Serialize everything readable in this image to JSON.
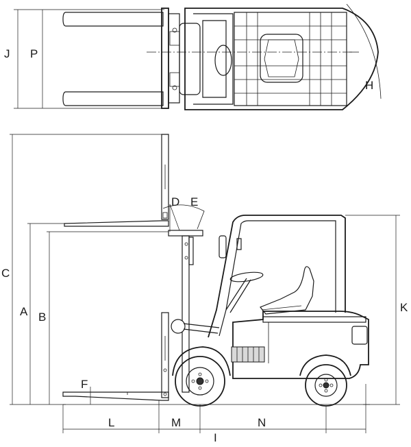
{
  "labels": {
    "J": "J",
    "P": "P",
    "H": "H",
    "C": "C",
    "A": "A",
    "B": "B",
    "D": "D",
    "E": "E",
    "F": "F",
    "K": "K",
    "L": "L",
    "M": "M",
    "N": "N",
    "I": "I"
  },
  "colors": {
    "line": "#1a1a1a",
    "background": "#ffffff",
    "shade": "#d9d9d9"
  }
}
